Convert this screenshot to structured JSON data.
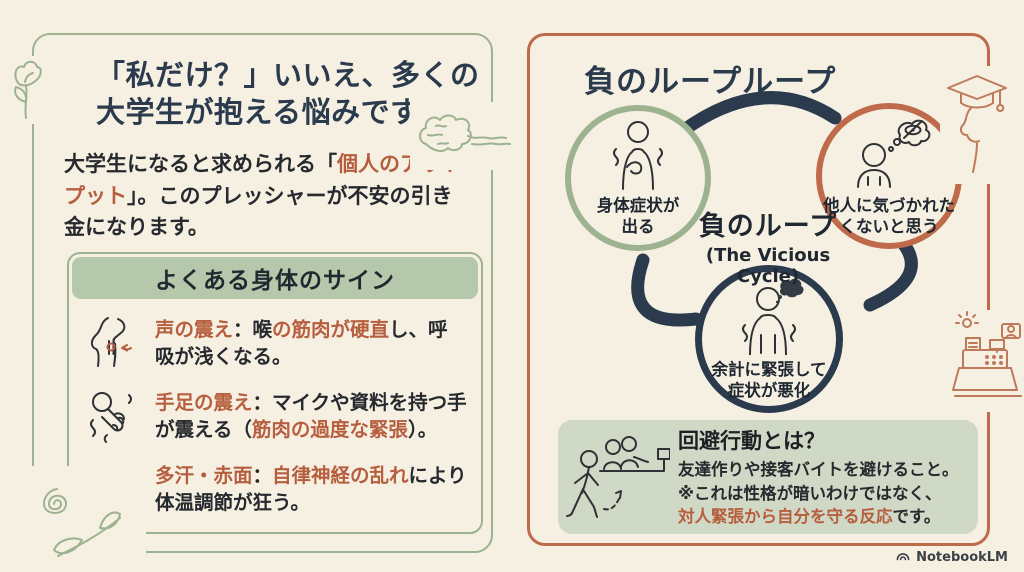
{
  "brand": {
    "label": "NotebookLM"
  },
  "colors": {
    "bg": "#f5f0e2",
    "navy": "#2b3a4d",
    "text_dark": "#26292e",
    "accent": "#b65e3e",
    "panel_green": "#9db38f",
    "panel_rust": "#bf6a4a",
    "header_green_bg": "#b5c8ab",
    "sage_bg": "#cfd9c5",
    "ink": "#2f3235",
    "blush": "#e79f96",
    "brand_text": "#3c4147"
  },
  "left_panel": {
    "title_lines": [
      "「私だけ？」いいえ、多くの",
      "大学生が抱える悩みです"
    ],
    "intro_segments": [
      {
        "text": "大学生になると求められる「",
        "color": "dark"
      },
      {
        "text": "個人のアウトプット",
        "color": "accent"
      },
      {
        "text": "」。このプレッシャーが不安の引き金になります。",
        "color": "dark"
      }
    ],
    "signs_box": {
      "header": "よくある身体のサイン",
      "items": [
        {
          "icon": "throat-icon",
          "segments": [
            {
              "text": "声の震え",
              "color": "accent"
            },
            {
              "text": "：喉",
              "color": "dark"
            },
            {
              "text": "の筋肉が硬直",
              "color": "accent"
            },
            {
              "text": "し、呼吸が浅くなる。",
              "color": "dark"
            }
          ]
        },
        {
          "icon": "microphone-icon",
          "segments": [
            {
              "text": "手足の震え",
              "color": "accent"
            },
            {
              "text": "：マイクや資料を持つ手が震える（",
              "color": "dark"
            },
            {
              "text": "筋肉の過度な緊張",
              "color": "accent"
            },
            {
              "text": "）。",
              "color": "dark"
            }
          ]
        },
        {
          "icon": "blushing-face-icon",
          "segments": [
            {
              "text": "多汗・赤面",
              "color": "accent"
            },
            {
              "text": "：",
              "color": "dark"
            },
            {
              "text": "自律神経の乱れ",
              "color": "accent"
            },
            {
              "text": "により体温調節が狂う。",
              "color": "dark"
            }
          ]
        }
      ]
    }
  },
  "right_panel": {
    "title": "負のループループ",
    "cycle": {
      "center_label": "負のループ",
      "center_sublabel": "(The Vicious Cycle)",
      "nodes": [
        {
          "id": "symptoms",
          "label_lines": [
            "身体症状が",
            "出る"
          ],
          "ring": "#9db38f"
        },
        {
          "id": "fear-of-notice",
          "label_lines": [
            "他人に気づかれた",
            "くないと思う"
          ],
          "ring": "#bf6a4a"
        },
        {
          "id": "worsening",
          "label_lines": [
            "余計に緊張して",
            "症状が悪化"
          ],
          "ring": "#2b3a4d"
        }
      ]
    },
    "avoidance_box": {
      "title": "回避行動とは？",
      "lines": [
        [
          {
            "text": "友達作りや接客バイトを避けること。",
            "color": "dark"
          }
        ],
        [
          {
            "text": "※これは性格が暗いわけではなく、",
            "color": "dark"
          }
        ],
        [
          {
            "text": "対人緊張から自分を守る反応",
            "color": "accent"
          },
          {
            "text": "です。",
            "color": "dark"
          }
        ]
      ]
    }
  }
}
